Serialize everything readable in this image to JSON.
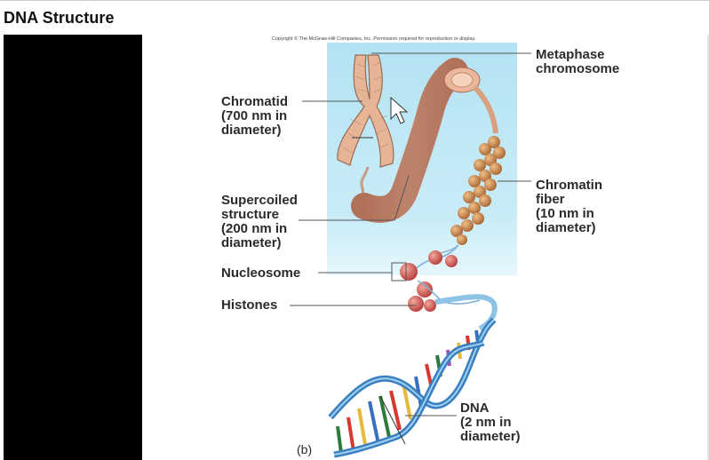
{
  "page": {
    "title": "DNA Structure"
  },
  "figure": {
    "copyright": "Copyright © The McGraw-Hill Companies, Inc. Permission required for reproduction or display.",
    "panel_tag": "(b)",
    "labels": {
      "metaphase": [
        "Metaphase",
        "chromosome"
      ],
      "chromatid": [
        "Chromatid",
        "(700 nm in",
        "diameter)"
      ],
      "supercoiled": [
        "Supercoiled",
        "structure",
        "(200 nm in",
        "diameter)"
      ],
      "chromatin": [
        "Chromatin",
        "fiber",
        "(10 nm in",
        " diameter)"
      ],
      "nucleosome": [
        "Nucleosome"
      ],
      "histones": [
        "Histones"
      ],
      "dna": [
        "DNA",
        "(2 nm in",
        "diameter)"
      ]
    }
  },
  "colors": {
    "panel_bg": "#b8e6f5",
    "chromosome": "#e8b99a",
    "coil": "#e3a78a",
    "bead": "#c98545",
    "nucleosome": "#d05a54",
    "backbone": "#3a7fc0"
  }
}
